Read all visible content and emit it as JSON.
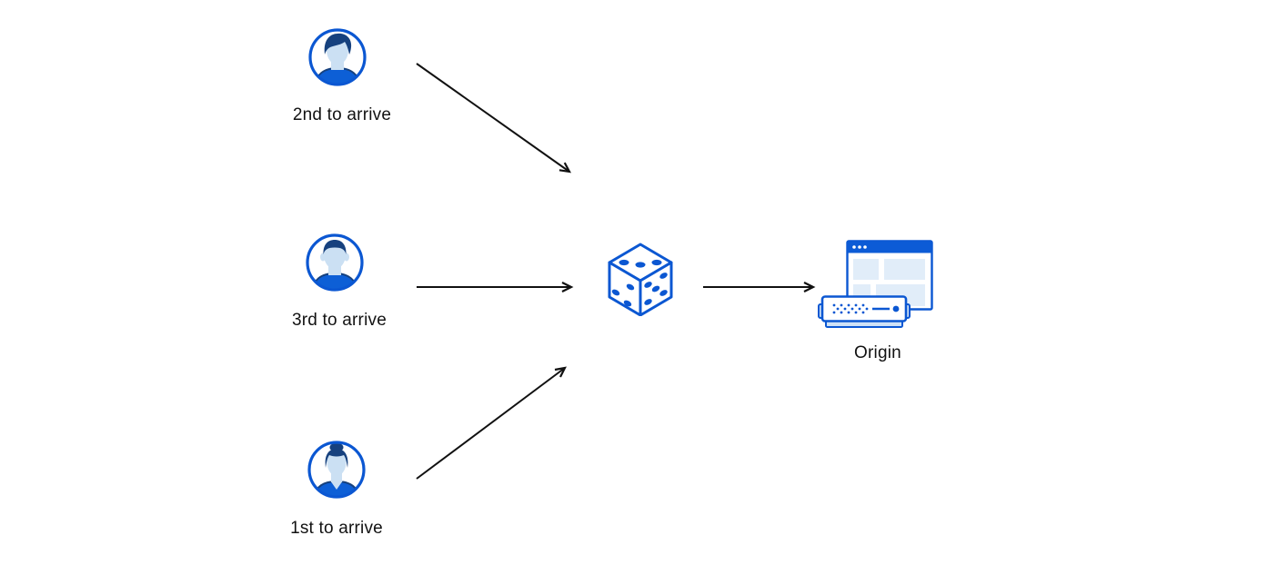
{
  "page": {
    "background": "#ffffff"
  },
  "palette": {
    "accent_blue": "#0b57d2",
    "titlebar_blue": "#0c5bd6",
    "deep_navy": "#16417e",
    "shirt_blue": "#0d5fd6",
    "face_light_blue": "#cbe0f3",
    "pale_panel_blue": "#e1edf9",
    "server_base_blue": "#cfe2f6",
    "arrow_black": "#111111",
    "label_black": "#121212"
  },
  "nodes": {
    "user_second": {
      "label": "2nd to arrive",
      "icon": "person-avatar-icon"
    },
    "user_third": {
      "label": "3rd to arrive",
      "icon": "person-avatar-icon"
    },
    "user_first": {
      "label": "1st to arrive",
      "icon": "person-avatar-icon"
    },
    "selector": {
      "icon": "dice-icon"
    },
    "origin": {
      "label": "Origin",
      "icon": "origin-server-icon"
    }
  },
  "edges": [
    {
      "from": "user_second",
      "to": "selector"
    },
    {
      "from": "user_third",
      "to": "selector"
    },
    {
      "from": "user_first",
      "to": "selector"
    },
    {
      "from": "selector",
      "to": "origin"
    }
  ]
}
